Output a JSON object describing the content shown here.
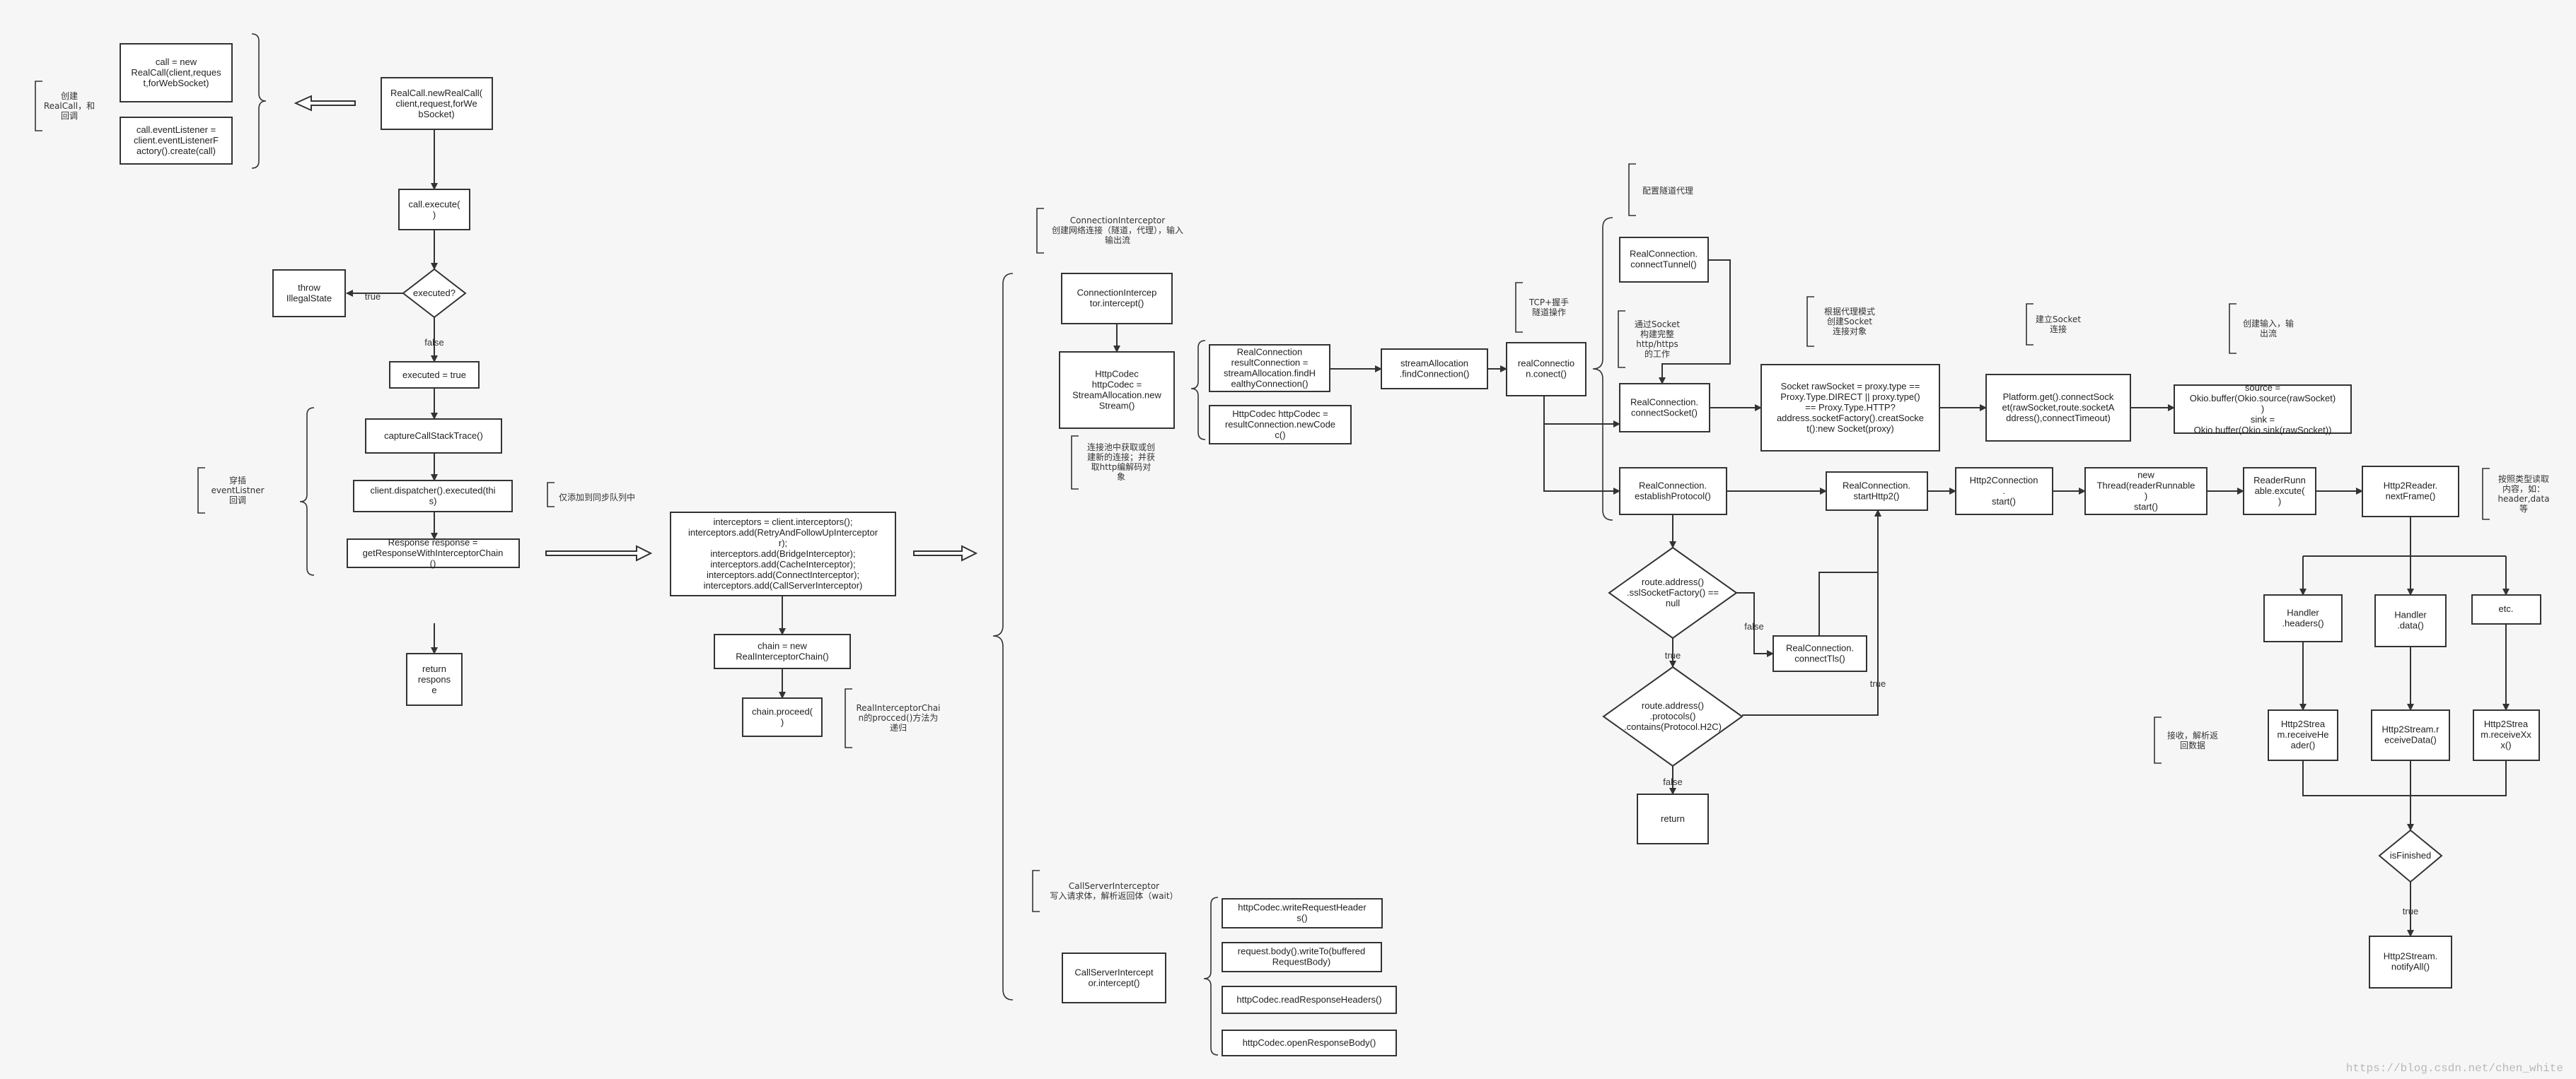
{
  "nodes": {
    "call_new": "call = new\nRealCall(client,reques\nt,forWebSocket)",
    "event_listener": "call.eventListener =\nclient.eventListenerF\nactory().create(call)",
    "newrealcall": "RealCall.newRealCall(\nclient,request,forWe\nbSocket)",
    "execute": "call.execute(\n)",
    "executed_q": "executed?",
    "throw": "throw\nIllegalState",
    "executed_true": "executed = true",
    "capture": "captureCallStackTrace()",
    "dispatcher": "client.dispatcher().executed(thi\ns)",
    "response": "Response response =\ngetResponseWithInterceptorChain\n()",
    "return_response": "return\nrespons\ne",
    "interceptors": "interceptors = client.interceptors();\ninterceptors.add(RetryAndFollowUpInterceptor\nr);\ninterceptors.add(BridgeInterceptor);\ninterceptors.add(CacheInterceptor);\ninterceptors.add(ConnectInterceptor);\ninterceptors.add(CallServerInterceptor)",
    "chain": "chain = new\nRealInterceptorChain()",
    "chain_proceed": "chain.proceed(\n)",
    "ci_intercept": "ConnectionIntercep\ntor.intercept()",
    "httpcodec": "HttpCodec\nhttpCodec =\nStreamAllocation.new\nStream()",
    "rc_find": "RealConnection\nresultConnection =\nstreamAllocation.findH\nealthyConnection()",
    "httpcodec2": "HttpCodec httpCodec =\nresultConnection.newCode\nc()",
    "sa_find": "streamAllocation\n.findConnection()",
    "rc_connect": "realConnectio\nn.conect()",
    "connect_tunnel": "RealConnection.\nconnectTunnel()",
    "connect_socket": "RealConnection.\nconnectSocket()",
    "raw_socket": "Socket rawSocket = proxy.type ==\nProxy.Type.DIRECT || proxy.type()\n== Proxy.Type.HTTP?\naddress.socketFactory().creatSocke\nt():new Socket(proxy)",
    "platform": "Platform.get().connectSock\net(rawSocket,route.socketA\nddress(),connectTimeout)",
    "okio": "source =\nOkio.buffer(Okio.source(rawSocket)\n)\nsink =\nOkio.buffer(Okio.sink(rawSocket))",
    "establish": "RealConnection.\nestablishProtocol()",
    "start_http2": "RealConnection.\nstartHttp2()",
    "h2_start": "Http2Connection\n.\nstart()",
    "thread": "new\nThread(readerRunnable\n)\nstart()",
    "reader_runnable": "ReaderRunn\nable.excute(\n)",
    "next_frame": "Http2Reader.\nnextFrame()",
    "ssl_q": "route.address()\n.sslSocketFactory() ==\nnull",
    "connect_tls": "RealConnection.\nconnectTls()",
    "proto_q": "route.address()\n.protocols()\n.contains(Protocol.H2C)",
    "return": "return",
    "handler_headers": "Handler\n.headers()",
    "handler_data": "Handler\n.data()",
    "etc": "etc.",
    "recv_headers": "Http2Strea\nm.receiveHe\nader()",
    "recv_data": "Http2Stream.r\neceiveData()",
    "recv_xx": "Http2Strea\nm.receiveXx\nx()",
    "is_finished": "isFinished",
    "notify_all": "Http2Stream.\nnotifyAll()",
    "cs_intercept": "CallServerIntercept\nor.intercept()",
    "write_headers": "httpCodec.writeRequestHeader\ns()",
    "write_body": "request.body().writeTo(buffered\nRequestBody)",
    "read_headers": "httpCodec.readResponseHeaders()",
    "open_body": "httpCodec.openResponseBody()"
  },
  "annotations": {
    "create_realcall": "创建\nRealCall，和\n回调",
    "event_listener_cb": "穿插\neventListner\n回调",
    "add_to_queue": "仅添加到同步队列中",
    "chain_proceed_note": "RealInterceptorChai\nn的procced()方法为\n递归",
    "connection_interceptor": "ConnectionInterceptor\n创建网络连接（隧道，代理），输入\n输出流",
    "pool_note": "连接池中获取或创\n建新的连接；并获\n取http编解码对\n象",
    "call_server_interceptor": "CallServerInterceptor\n写入请求体，解析返回体（wait）",
    "tunnel_proxy": "配置隧道代理",
    "tcp_handshake": "TCP+握手\n隧道操作",
    "socket_via": "通过Socket\n构建完整\nhttp/https\n的工作",
    "proxy_mode": "根据代理模式\n创建Socket\n连接对象",
    "establish_socket": "建立Socket\n连接",
    "create_io": "创建输入，输\n出流",
    "read_by_type": "按照类型读取\n内容，如：\nheader,data\n等",
    "receive_parse": "接收，解析返\n回数据"
  },
  "edge_labels": {
    "true": "true",
    "false": "false"
  },
  "watermark": "https://blog.csdn.net/chen_white"
}
